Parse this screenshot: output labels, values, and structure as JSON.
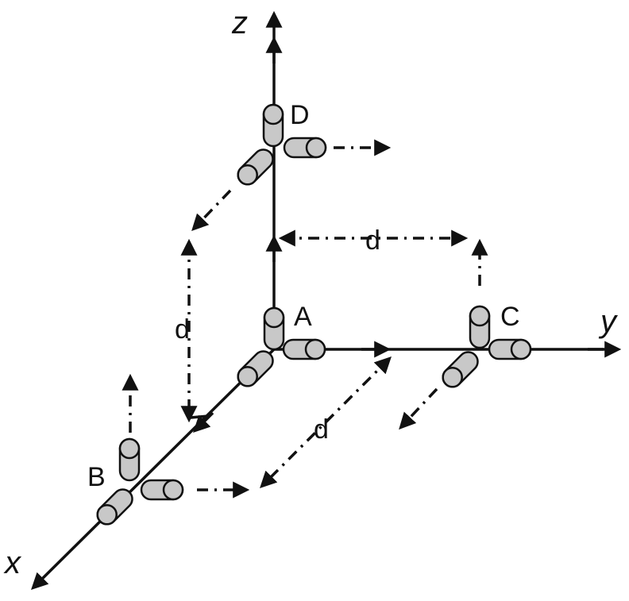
{
  "axes": {
    "x": "x",
    "y": "y",
    "z": "z"
  },
  "points": {
    "A": "A",
    "B": "B",
    "C": "C",
    "D": "D"
  },
  "spacing_label": "d",
  "colors": {
    "stroke": "#111111",
    "cylinder": "#c8c8c8",
    "background": "#ffffff"
  }
}
